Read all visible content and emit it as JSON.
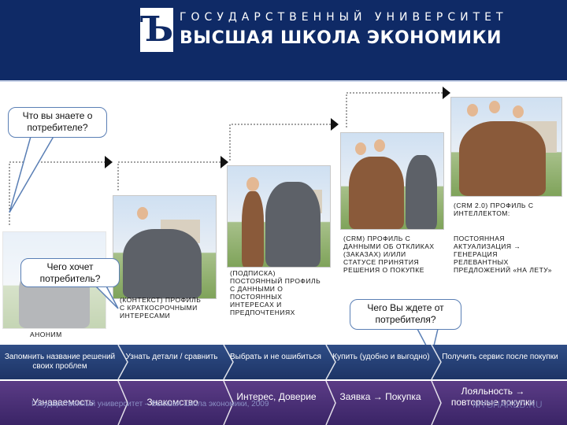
{
  "header": {
    "title_top": "ГОСУДАРСТВЕННЫЙ УНИВЕРСИТЕТ",
    "title_bottom": "ВЫСШАЯ ШКОЛА ЭКОНОМИКИ"
  },
  "colors": {
    "header": "#0f2a66",
    "bar_top": "#2f4d86",
    "bar_bottom": "#4a2f78",
    "bubble_border": "#5a7fb5"
  },
  "bubbles": [
    {
      "text": "Что вы знаете о потребителе?"
    },
    {
      "text": "Чего хочет потребитель?"
    },
    {
      "text": "Чего Вы ждете от потребителя?"
    }
  ],
  "stages": [
    {
      "label": "АНОНИМ"
    },
    {
      "label": "(КОНТЕКСТ) ПРОФИЛЬ С КРАТКОСРОЧНЫМИ ИНТЕРЕСАМИ"
    },
    {
      "label": "(ПОДПИСКА) ПОСТОЯННЫЙ ПРОФИЛЬ С ДАННЫМИ О ПОСТОЯННЫХ ИНТЕРЕСАХ И ПРЕДПОЧТЕНИЯХ"
    },
    {
      "label": "(CRM) ПРОФИЛЬ С ДАННЫМИ ОБ ОТКЛИКАХ (ЗАКАЗАХ) И/ИЛИ СТАТУСЕ ПРИНЯТИЯ РЕШЕНИЯ О ПОКУПКЕ"
    },
    {
      "label_top": "(CRM 2.0) ПРОФИЛЬ С ИНТЕЛЛЕКТОМ:",
      "label": "ПОСТОЯННАЯ АКТУАЛИЗАЦИЯ → ГЕНЕРАЦИЯ РЕЛЕВАНТНЫХ ПРЕДЛОЖЕНИЙ «НА ЛЕТУ»"
    }
  ],
  "goals": [
    "Запомнить название решений своих проблем",
    "Узнать детали / сравнить",
    "Выбрать и не ошибиться",
    "Купить (удобно и выгодно)",
    "Получить сервис после покупки"
  ],
  "phases": [
    "Узнаваемость",
    "Знакомство",
    "Интерес, Доверие",
    "Заявка → Покупка",
    "Лояльность → повторные покупки"
  ],
  "footer": "Государственный университет – Высшая школа экономики, 2009",
  "watermark": "MYSHARED.RU"
}
